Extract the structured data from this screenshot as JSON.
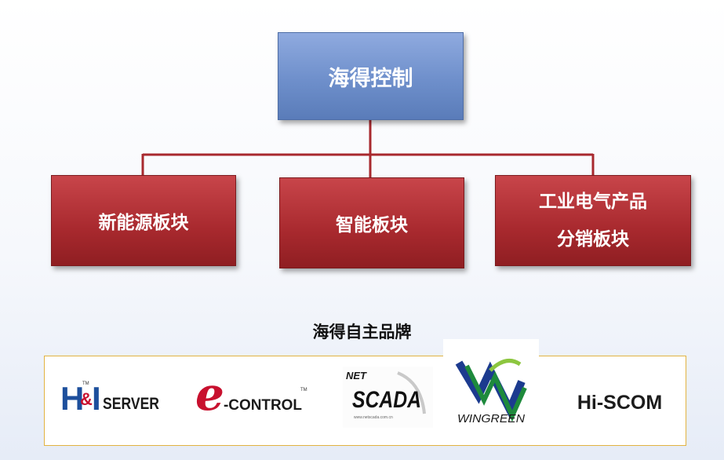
{
  "org_chart": {
    "root": {
      "label": "海得控制",
      "color": "#7094cf"
    },
    "children": [
      {
        "lines": [
          "新能源板块"
        ]
      },
      {
        "lines": [
          "智能板块"
        ]
      },
      {
        "lines": [
          "工业电气产品",
          "分销板块"
        ]
      }
    ],
    "child_color": "#a8292e",
    "connector_color": "#a8292e"
  },
  "brands": {
    "title": "海得自主品牌",
    "frame_color": "#e2b341",
    "logos": [
      {
        "icon": "hi-server-logo",
        "text_h": "H",
        "text_amp": "&",
        "text_i": "I",
        "tm": "TM",
        "text_server": "SERVER"
      },
      {
        "icon": "e-control-logo",
        "text_e": "e",
        "text_control": "-CONTROL",
        "tm": "TM"
      },
      {
        "icon": "net-scada-logo",
        "text_net": "NET",
        "text_scada": "SCADA",
        "url": "www.netscada.com.cn"
      },
      {
        "icon": "wingreen-logo",
        "text": "WINGREEN"
      },
      {
        "icon": "hi-scom-logo",
        "text": "Hi-SCOM"
      }
    ]
  }
}
